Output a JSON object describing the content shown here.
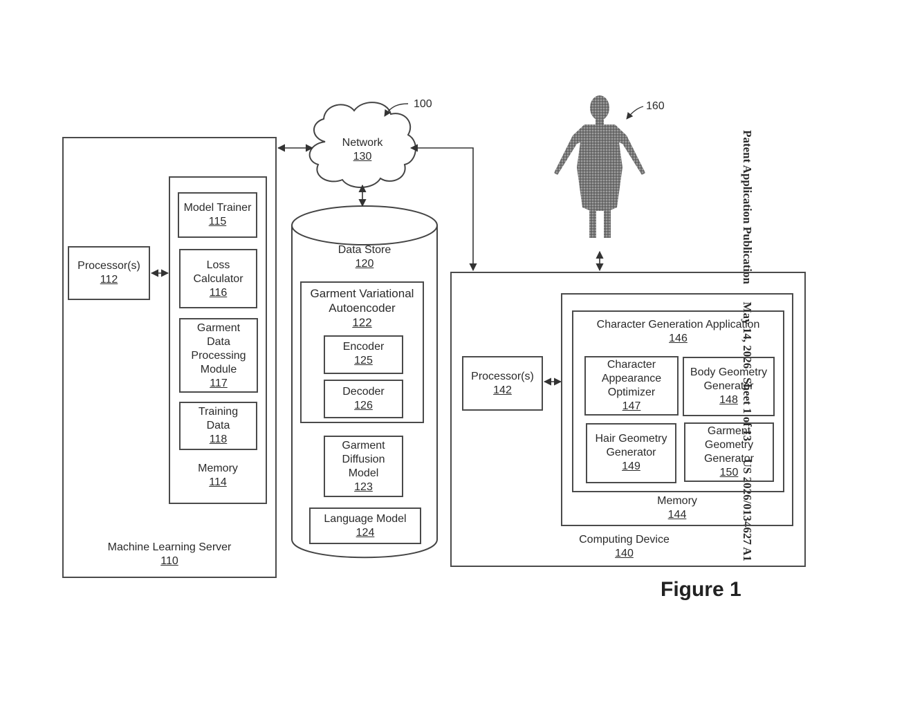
{
  "header": {
    "publication": "Patent Application Publication",
    "date_sheet": "May 14, 2026   Sheet 1 of 13",
    "number": "US 2026/0134627 A1"
  },
  "figure_label": "Figure 1",
  "refs": {
    "system": "100",
    "character": "160"
  },
  "network": {
    "name": "Network",
    "num": "130"
  },
  "ml_server": {
    "name": "Machine Learning Server",
    "num": "110",
    "processor": {
      "name": "Processor(s)",
      "num": "112"
    },
    "memory": {
      "name": "Memory",
      "num": "114"
    },
    "model_trainer": {
      "name": "Model Trainer",
      "num": "115"
    },
    "loss_calculator": {
      "name": "Loss\nCalculator",
      "num": "116"
    },
    "garment_data_processing": {
      "name": "Garment\nData\nProcessing\nModule",
      "num": "117"
    },
    "training_data": {
      "name": "Training\nData",
      "num": "118"
    }
  },
  "data_store": {
    "name": "Data Store",
    "num": "120",
    "vae": {
      "name": "Garment Variational\nAutoencoder",
      "num": "122"
    },
    "encoder": {
      "name": "Encoder",
      "num": "125"
    },
    "decoder": {
      "name": "Decoder",
      "num": "126"
    },
    "diffusion": {
      "name": "Garment\nDiffusion\nModel",
      "num": "123"
    },
    "language_model": {
      "name": "Language Model",
      "num": "124"
    }
  },
  "computing_device": {
    "name": "Computing Device",
    "num": "140",
    "processor": {
      "name": "Processor(s)",
      "num": "142"
    },
    "memory": {
      "name": "Memory",
      "num": "144"
    },
    "app": {
      "name": "Character Generation Application",
      "num": "146"
    },
    "appearance_optimizer": {
      "name": "Character\nAppearance\nOptimizer",
      "num": "147"
    },
    "body_geometry": {
      "name": "Body Geometry\nGenerator",
      "num": "148"
    },
    "hair_geometry": {
      "name": "Hair Geometry\nGenerator",
      "num": "149"
    },
    "garment_geometry": {
      "name": "Garment\nGeometry\nGenerator",
      "num": "150"
    }
  }
}
